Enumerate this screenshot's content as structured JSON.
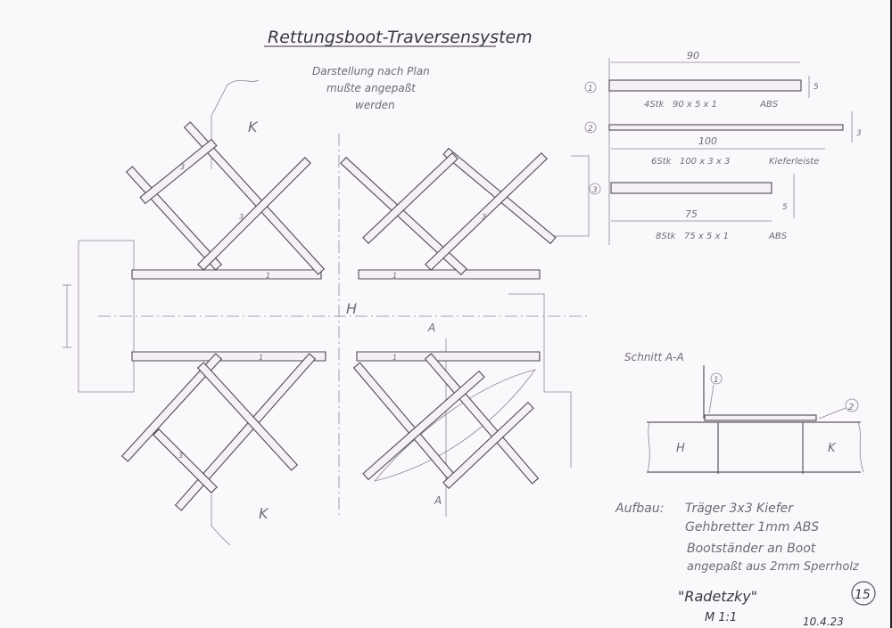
{
  "title": "Rettungsboot-Traversensystem",
  "note": [
    "Darstellung nach Plan",
    "mußte angepaßt",
    "werden"
  ],
  "labels": {
    "k": "K",
    "h": "H",
    "a": "A",
    "part1": "1",
    "part3": "3"
  },
  "parts": [
    {
      "num": "1",
      "length": "90",
      "thickness": "5",
      "spec": "4Stk   90 x 5 x 1",
      "material": "ABS"
    },
    {
      "num": "2",
      "length": "100",
      "thickness": "3",
      "spec": "6Stk   100 x 3 x 3",
      "material": "Kieferleiste"
    },
    {
      "num": "3",
      "length": "75",
      "thickness": "5",
      "spec": "8Stk   75 x 5 x 1",
      "material": "ABS"
    }
  ],
  "section": {
    "title": "Schnitt A-A",
    "callout1": "1",
    "callout2": "2",
    "left": "H",
    "right": "K"
  },
  "construction": {
    "label": "Aufbau:",
    "lines": [
      "Träger 3x3 Kiefer",
      "Gehbretter 1mm ABS",
      "Bootständer an Boot",
      "angepaßt aus 2mm Sperrholz"
    ]
  },
  "ship": "\"Radetzky\"",
  "scale": "M 1:1",
  "page_number": "15",
  "date": "10.4.23"
}
